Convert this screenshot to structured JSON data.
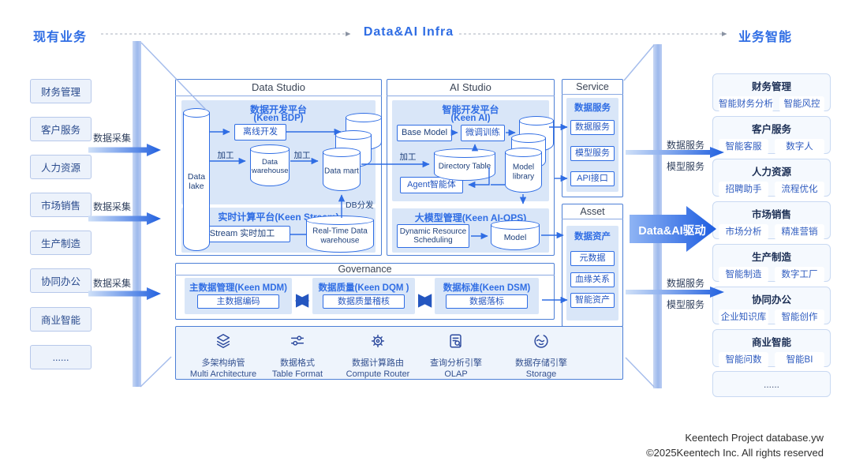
{
  "header": {
    "left": "现有业务",
    "center": "Data&AI Infra",
    "right": "业务智能"
  },
  "left_column": {
    "items": [
      "财务管理",
      "客户服务",
      "人力资源",
      "市场销售",
      "生产制造",
      "协同办公",
      "商业智能",
      "......"
    ],
    "collect_label": "数据采集"
  },
  "data_studio": {
    "title": "Data Studio",
    "bdp": {
      "title": "数据开发平台",
      "subtitle": "(Keen BDP)",
      "lake": "Data lake",
      "offline": "离线开发",
      "process": "加工",
      "warehouse": "Data warehouse",
      "mart": "Data mart",
      "db_dispatch": "DB分发"
    },
    "stream": {
      "title": "实时计算平台(Keen Stream)",
      "box": "Stream 实时加工",
      "warehouse": "Real-Time Data warehouse"
    }
  },
  "ai_studio": {
    "title": "AI Studio",
    "keen_ai": {
      "title": "智能开发平台",
      "subtitle": "(Keen AI)",
      "base_model": "Base Model",
      "finetune": "微调训练",
      "process": "加工",
      "directory": "Directory Table",
      "agent": "Agent智能体",
      "model_library": "Model library"
    },
    "ai_ops": {
      "title": "大模型管理(Keen AI-OPS)",
      "scheduling": "Dynamic Resource Scheduling",
      "model": "Model"
    }
  },
  "service": {
    "title": "Service",
    "subtitle": "数据服务",
    "items": [
      "数据服务",
      "模型服务",
      "API接口"
    ]
  },
  "asset": {
    "title": "Asset",
    "subtitle": "数据资产",
    "items": [
      "元数据",
      "血缘关系",
      "智能资产"
    ]
  },
  "governance": {
    "title": "Governance",
    "groups": [
      {
        "title": "主数据管理(Keen MDM)",
        "box": "主数据编码"
      },
      {
        "title": "数据质量(Keen DQM )",
        "box": "数据质量稽核"
      },
      {
        "title": "数据标准(Keen DSM)",
        "box": "数据落标"
      }
    ]
  },
  "infra": {
    "items": [
      {
        "icon": "layers-icon",
        "zh": "多架构纳管",
        "en": "Multi Architecture"
      },
      {
        "icon": "sliders-icon",
        "zh": "数据格式",
        "en": "Table Format"
      },
      {
        "icon": "gear-icon",
        "zh": "数据计算路由",
        "en": "Compute Router"
      },
      {
        "icon": "doc-search-icon",
        "zh": "查询分析引擎",
        "en": "OLAP"
      },
      {
        "icon": "storage-icon",
        "zh": "数据存储引擎",
        "en": "Storage"
      }
    ]
  },
  "right_flow": {
    "data_service": "数据服务",
    "model_service": "模型服务",
    "drive": "Data&AI驱动"
  },
  "right_column": {
    "groups": [
      {
        "title": "财务管理",
        "items": [
          "智能财务分析",
          "智能风控"
        ]
      },
      {
        "title": "客户服务",
        "items": [
          "智能客服",
          "数字人"
        ]
      },
      {
        "title": "人力资源",
        "items": [
          "招聘助手",
          "流程优化"
        ]
      },
      {
        "title": "市场销售",
        "items": [
          "市场分析",
          "精准营销"
        ]
      },
      {
        "title": "生产制造",
        "items": [
          "智能制造",
          "数字工厂"
        ]
      },
      {
        "title": "协同办公",
        "items": [
          "企业知识库",
          "智能创作"
        ]
      },
      {
        "title": "商业智能",
        "items": [
          "智能问数",
          "智能BI"
        ]
      }
    ],
    "more": "......"
  },
  "footer": {
    "line1": "Keentech Project database.yw",
    "line2": "©2025Keentech Inc. All rights reserved"
  },
  "colors": {
    "accent": "#2f6de4",
    "panel_border": "#4c7fd6",
    "panel_fill": "#d9e6f8",
    "arrow_light": "#c9dbf7",
    "arrow_dark": "#2160df"
  }
}
